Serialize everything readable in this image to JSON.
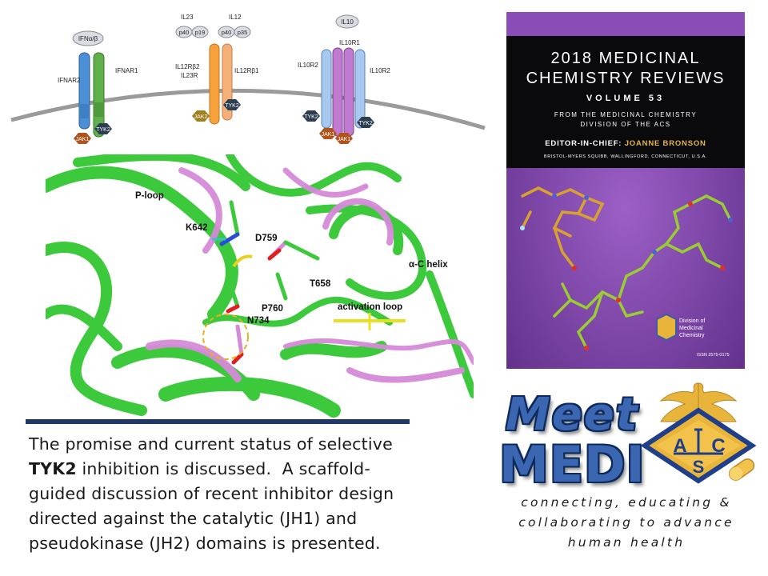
{
  "receptor_diagram": {
    "ifn": {
      "ligand": "IFNα/β",
      "receptor_left": "IFNAR2",
      "receptor_right": "IFNAR1",
      "kinase_left": "JAK1",
      "kinase_right": "TYK2"
    },
    "il23": {
      "ligand": "IL23",
      "sub_a": "p40",
      "sub_b": "p19",
      "receptor_a": "IL12Rβ2",
      "receptor_b": "IL23R",
      "kinase": "JAK2"
    },
    "il12": {
      "ligand": "IL12",
      "sub_a": "p40",
      "sub_b": "p35",
      "receptor": "IL12Rβ1",
      "kinase": "TYK2"
    },
    "il10": {
      "ligand": "IL10",
      "receptor_top": "IL10R1",
      "receptor_left": "IL10R2",
      "receptor_right": "IL10R2",
      "kinase_left": "TYK2",
      "kinase_right": "TYK2",
      "kinase_mid_a": "JAK1",
      "kinase_mid_b": "JAK1"
    }
  },
  "protein_labels": {
    "p_loop": "P-loop",
    "k642": "K642",
    "d759": "D759",
    "alpha_c": "α-C helix",
    "t658": "T658",
    "p760": "P760",
    "activation_loop": "activation loop",
    "n734": "N734"
  },
  "caption": {
    "line1": "The promise and current status of selective",
    "bold": "TYK2",
    "line2_rest": " inhibition is discussed.  A scaffold-",
    "line3": "guided discussion of recent inhibitor design",
    "line4": "directed against the catalytic (JH1) and",
    "line5": "pseudokinase (JH2) domains is presented."
  },
  "cover": {
    "title_line1": "2018 MEDICINAL",
    "title_line2": "CHEMISTRY REVIEWS",
    "volume": "VOLUME 53",
    "from_line1": "FROM THE MEDICINAL CHEMISTRY",
    "from_line2": "DIVISION OF THE ACS",
    "editor_prefix": "EDITOR-IN-CHIEF: ",
    "editor_name": "JOANNE BRONSON",
    "affiliation": "BRISTOL-MYERS SQUIBB, WALLINGFORD, CONNECTICUT, U.S.A.",
    "division_line1": "Division of",
    "division_line2": "Medicinal",
    "division_line3": "Chemistry",
    "issn": "ISSN 2575-0175"
  },
  "branding": {
    "meet": "Meet",
    "medi": "MEDI",
    "acs_a": "A",
    "acs_c": "C",
    "acs_s": "S",
    "tagline_line1": "connecting, educating &",
    "tagline_line2": "collaborating to advance",
    "tagline_line3": "human health"
  },
  "colors": {
    "navy": "#1f3864",
    "medi_blue": "#3b67b2",
    "cover_purple": "#7a3fa6",
    "editor_gold": "#e8b43a",
    "protein_green": "#3cc93c",
    "protein_pink": "#d58ad8"
  }
}
